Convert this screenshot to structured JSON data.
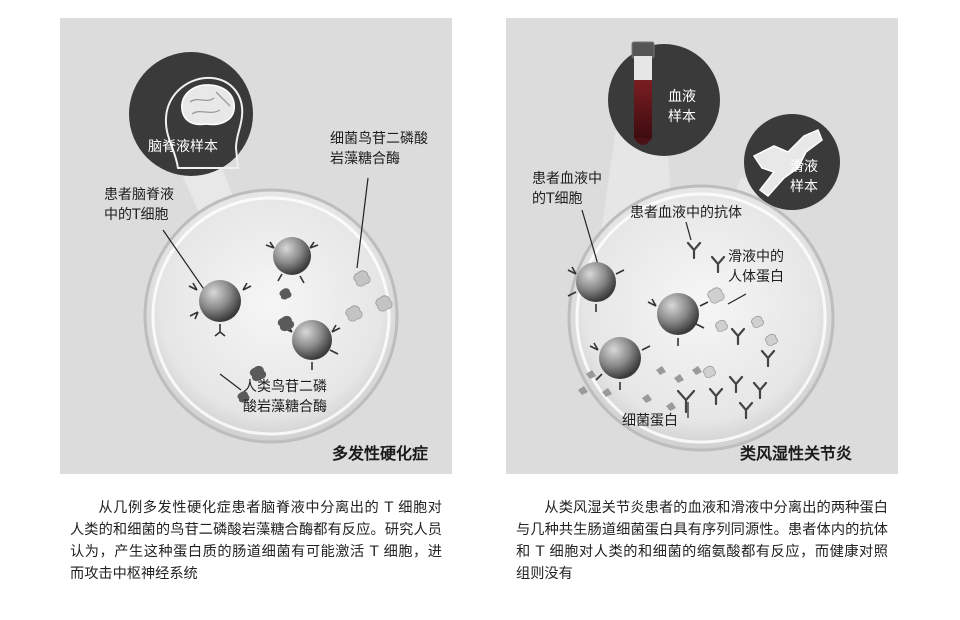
{
  "left_panel": {
    "title": "多发性硬化症",
    "label_sample": "脑脊液样本",
    "label_tcell": [
      "患者脑脊液",
      "中的T细胞"
    ],
    "label_bacterial_enzyme": [
      "细菌鸟苷二磷酸",
      "岩藻糖合酶"
    ],
    "label_human_enzyme": [
      "人类鸟苷二磷",
      "酸岩藻糖合酶"
    ],
    "caption": "从几例多发性硬化症患者脑脊液中分离出的 T 细胞对人类的和细菌的鸟苷二磷酸岩藻糖合酶都有反应。研究人员认为，产生这种蛋白质的肠道细菌有可能激活 T 细胞，进而攻击中枢神经系统"
  },
  "right_panel": {
    "title": "类风湿性关节炎",
    "label_blood_sample": [
      "血液",
      "样本"
    ],
    "label_synovial_sample": [
      "滑液",
      "样本"
    ],
    "label_tcell": [
      "患者血液中",
      "的T细胞"
    ],
    "label_antibody": "患者血液中的抗体",
    "label_human_protein": [
      "滑液中的",
      "人体蛋白"
    ],
    "label_bacterial_protein": "细菌蛋白",
    "caption": "从类风湿关节炎患者的血液和滑液中分离出的两种蛋白与几种共生肠道细菌蛋白具有序列同源性。患者体内的抗体和 T 细胞对人类的和细菌的缩氨酸都有反应，而健康对照组则没有"
  },
  "colors": {
    "panel_bg": "#dcdcdc",
    "sample_circle": "#3a3a3a",
    "dish": "#efefef",
    "cell": "#8a8a8a",
    "blood": "#5a1418"
  }
}
